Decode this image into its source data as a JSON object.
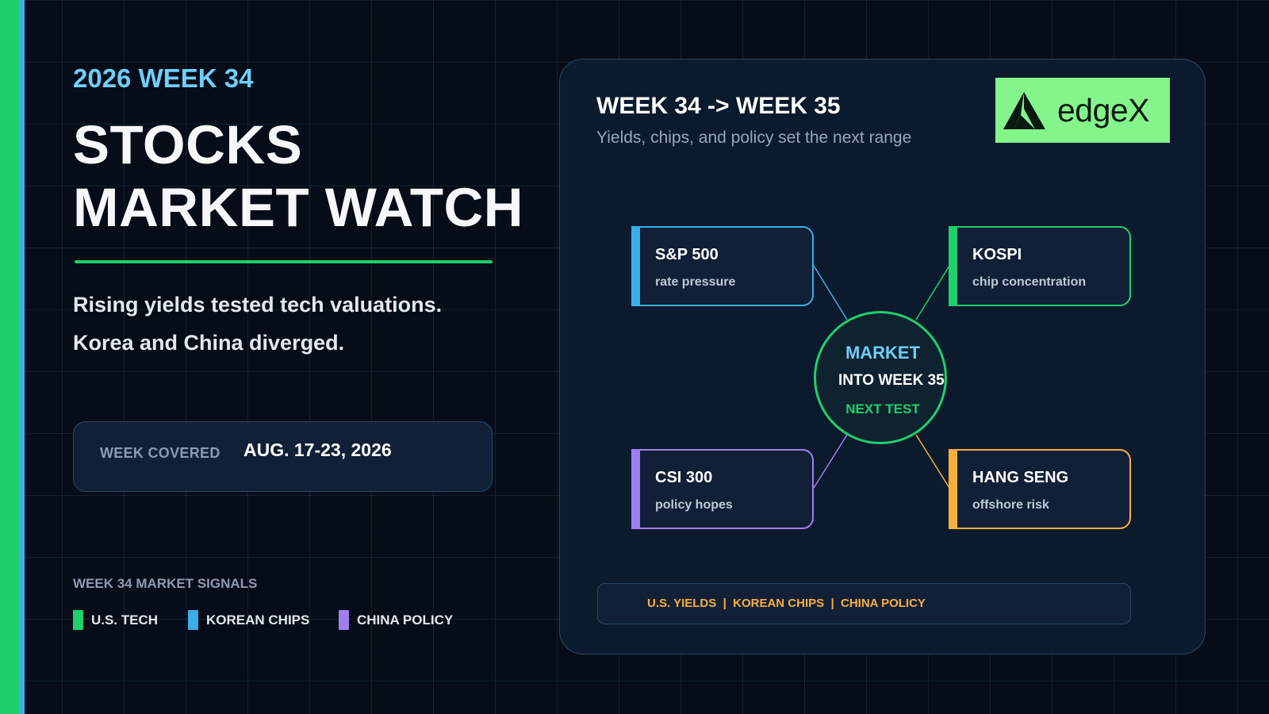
{
  "kicker": "2026 WEEK 34",
  "hero": {
    "line1": "STOCKS",
    "line2": "MARKET WATCH"
  },
  "summary": {
    "line1": "Rising yields tested tech valuations.",
    "line2": "Korea and China diverged."
  },
  "week_covered": {
    "label": "WEEK COVERED",
    "value": "AUG. 17-23, 2026"
  },
  "signals": {
    "title": "WEEK 34 MARKET SIGNALS",
    "items": [
      {
        "label": "U.S. TECH",
        "color": "#1fcf6b"
      },
      {
        "label": "KOREAN CHIPS",
        "color": "#3aaee6"
      },
      {
        "label": "CHINA POLICY",
        "color": "#a07ef2"
      }
    ]
  },
  "panel": {
    "title": "WEEK 34 -> WEEK 35",
    "subtitle": "Yields, chips, and policy set the next range",
    "logo": "edgeX",
    "hub": {
      "line1": "MARKET",
      "line2": "INTO WEEK 35",
      "line3": "NEXT TEST"
    },
    "nodes": [
      {
        "title": "S&P 500",
        "subtitle": "rate pressure",
        "color": "#3aaee6"
      },
      {
        "title": "KOSPI",
        "subtitle": "chip concentration",
        "color": "#1fcf6b"
      },
      {
        "title": "CSI 300",
        "subtitle": "policy hopes",
        "color": "#a07ef2"
      },
      {
        "title": "HANG SENG",
        "subtitle": "offshore risk",
        "color": "#f7b03c"
      }
    ],
    "footer": "U.S. YIELDS  |  KOREAN CHIPS  |  CHINA POLICY"
  },
  "colors": {
    "green": "#1fcf6b",
    "blue": "#3aaee6",
    "purple": "#a07ef2",
    "orange": "#f7b03c",
    "cyan": "#6fcef8",
    "logo_bg": "#84f58a"
  }
}
